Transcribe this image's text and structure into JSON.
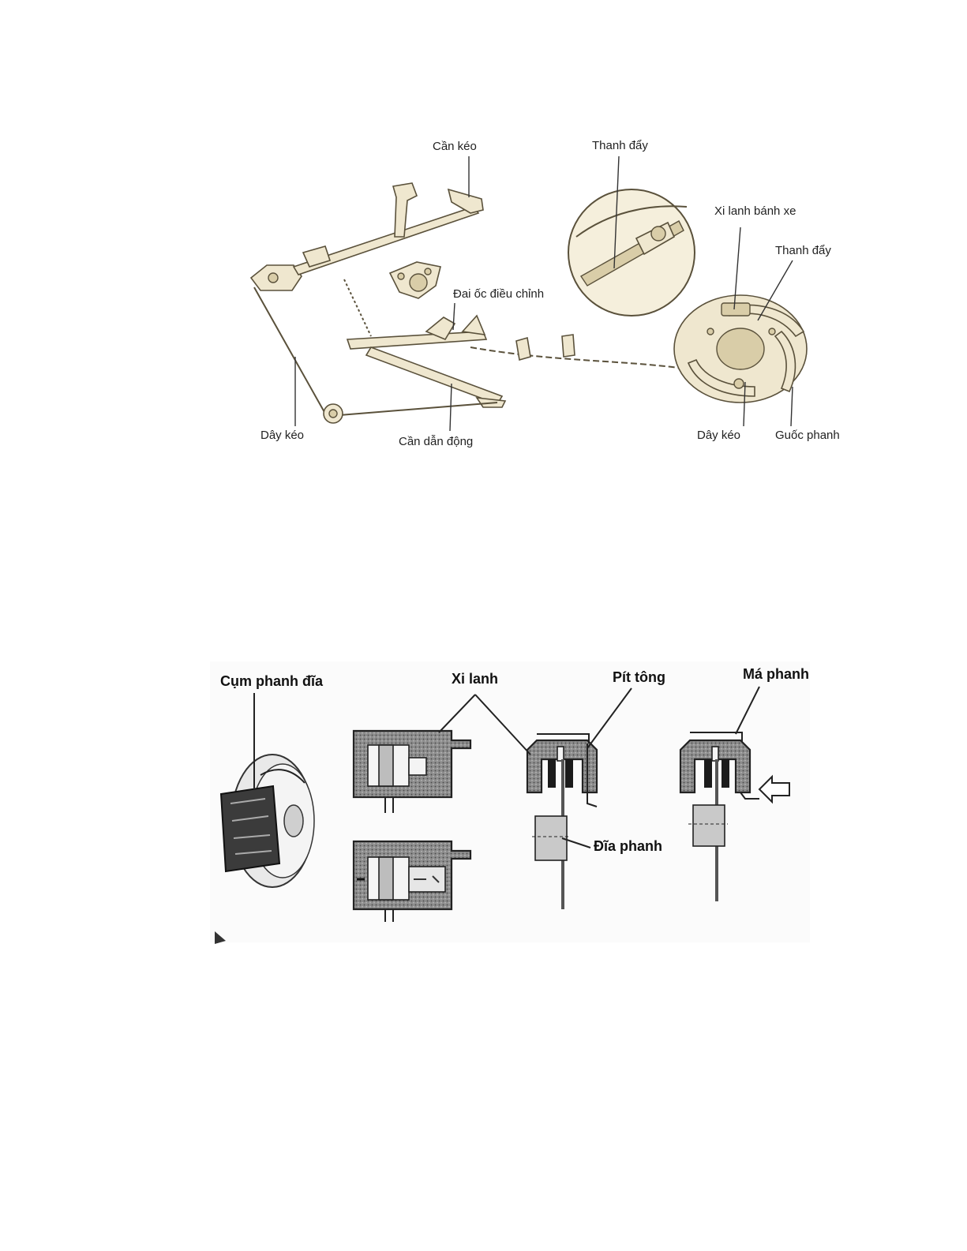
{
  "figure_top": {
    "labels": {
      "can_keo": "Cần kéo",
      "thanh_day_1": "Thanh đẩy",
      "xi_lanh_banh_xe": "Xi lanh bánh xe",
      "thanh_day_2": "Thanh đẩy",
      "dai_oc_dieu_chinh": "Đai ốc điều chỉnh",
      "day_keo_1": "Dây kéo",
      "can_dan_dong": "Cần dẫn động",
      "day_keo_2": "Dây kéo",
      "guoc_phanh": "Guốc phanh"
    }
  },
  "figure_bottom": {
    "labels": {
      "cum_phanh_dia": "Cụm phanh đĩa",
      "xi_lanh": "Xi lanh",
      "pit_tong": "Pít tông",
      "ma_phanh": "Má phanh",
      "dia_phanh": "Đĩa phanh"
    }
  },
  "colors": {
    "part_fill": "#efe7cf",
    "part_stroke": "#5a513b",
    "ink": "#222222"
  }
}
